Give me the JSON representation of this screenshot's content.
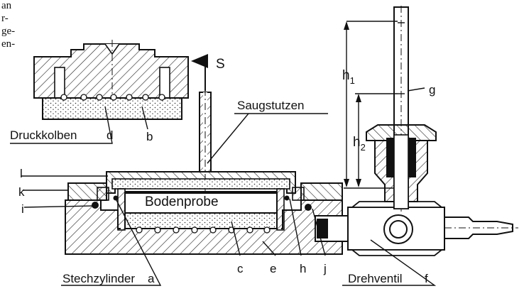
{
  "figure": {
    "edge_text": [
      "an",
      "r-",
      "ge-",
      "en-"
    ],
    "labels": {
      "s": "S",
      "saugstutzen": "Saugstutzen",
      "druckkolben": "Druckkolben",
      "d": "d",
      "b": "b",
      "l": "l",
      "k": "k",
      "i": "i",
      "bodenprobe": "Bodenprobe",
      "c": "c",
      "e": "e",
      "h": "h",
      "j": "j",
      "g": "g",
      "h1": "h",
      "h1_sub": "1",
      "h2": "h",
      "h2_sub": "2",
      "stechzylinder": "Stechzylinder",
      "a": "a",
      "drehventil": "Drehventil",
      "f": "f"
    }
  }
}
